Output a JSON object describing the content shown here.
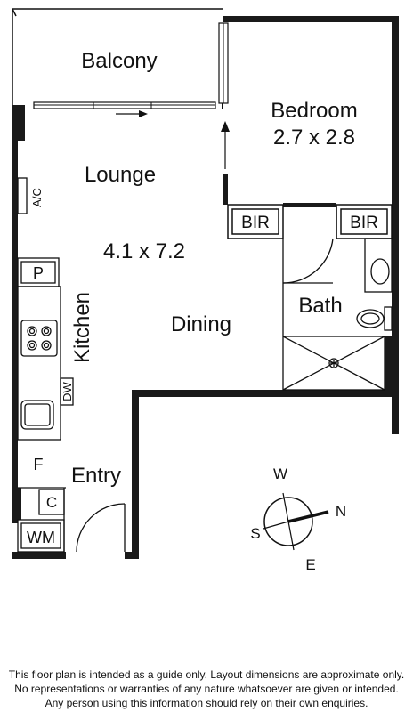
{
  "rooms": {
    "balcony": "Balcony",
    "bedroom": "Bedroom",
    "bedroom_dims": "2.7 x 2.8",
    "lounge": "Lounge",
    "lounge_dims": "4.1 x 7.2",
    "dining": "Dining",
    "kitchen": "Kitchen",
    "bath": "Bath",
    "entry": "Entry"
  },
  "fixtures": {
    "ac": "A/C",
    "bir_left": "BIR",
    "bir_right": "BIR",
    "pantry": "P",
    "dishwasher": "DW",
    "fridge": "F",
    "cupboard": "C",
    "washing_machine": "WM"
  },
  "compass": {
    "north": "N",
    "south": "S",
    "east": "E",
    "west": "W"
  },
  "disclaimer": {
    "line1": "This floor plan is intended as a guide only. Layout dimensions are approximate only.",
    "line2": "No representations or warranties of any nature whatsoever are given or intended.",
    "line3": "Any person using this information should rely on their own enquiries."
  },
  "colors": {
    "wall": "#1a1a1a",
    "line": "#111111",
    "background": "#ffffff"
  }
}
